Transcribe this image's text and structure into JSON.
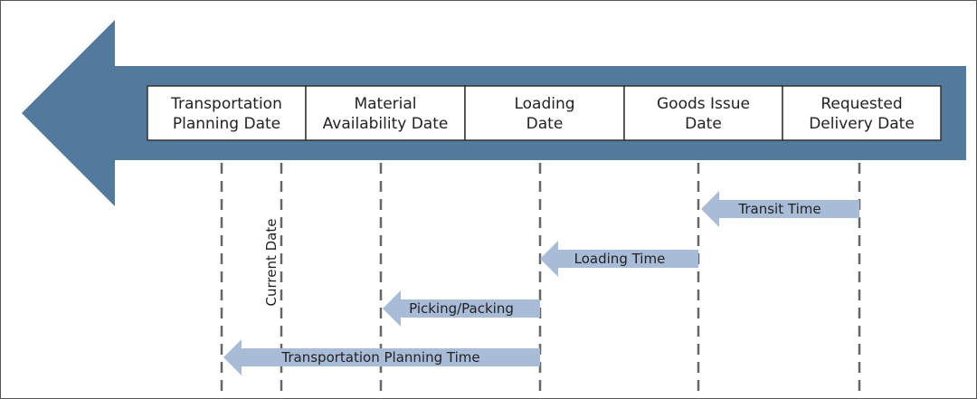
{
  "boxes": [
    {
      "line1": "Transportation",
      "line2": "Planning Date"
    },
    {
      "line1": "Material",
      "line2": "Availability Date"
    },
    {
      "line1": "Loading",
      "line2": "Date"
    },
    {
      "line1": "Goods Issue",
      "line2": "Date"
    },
    {
      "line1": "Requested",
      "line2": "Delivery Date"
    }
  ],
  "current_date_label": "Current Date",
  "durations": [
    {
      "label": "Transit Time"
    },
    {
      "label": "Loading Time"
    },
    {
      "label": "Picking/Packing"
    },
    {
      "label": "Transportation Planning Time"
    }
  ],
  "colors": {
    "big_arrow": "#527a9c",
    "small_arrow": "#a8bcd8",
    "dashed_line": "#666666",
    "box_border": "#333333"
  }
}
